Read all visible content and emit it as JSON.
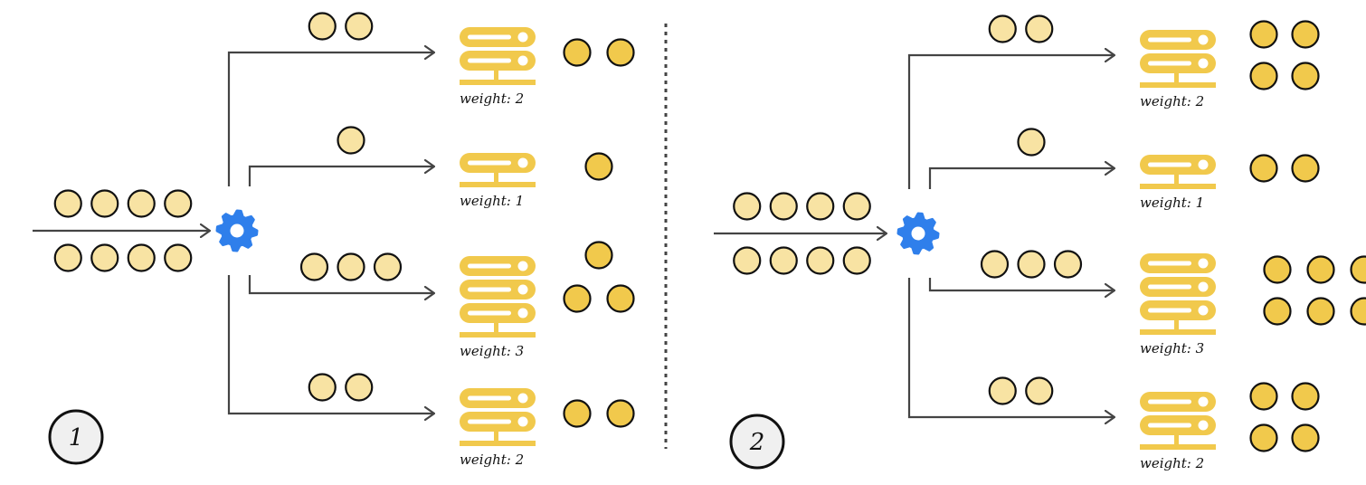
{
  "title": "Weighted round robin load balancing comparison",
  "colors": {
    "request_pending": "#F8E3A3",
    "request_served": "#F1C94C",
    "server": "#F1C94C",
    "balancer": "#2F7FEB",
    "line": "#444444",
    "divider": "#444444",
    "step_bg": "#F0F0F0"
  },
  "panels": [
    {
      "step_label": "1",
      "incoming_requests": {
        "rows": 2,
        "per_row": 4
      },
      "balancer_icon": "gear-icon",
      "routes": [
        {
          "requests_in_flight": 2,
          "server_weight_label": "weight: 2",
          "server_units": 2,
          "served": 2,
          "served_layout": [
            2
          ]
        },
        {
          "requests_in_flight": 1,
          "server_weight_label": "weight: 1",
          "server_units": 1,
          "served": 1,
          "served_layout": [
            1
          ]
        },
        {
          "requests_in_flight": 3,
          "server_weight_label": "weight: 3",
          "server_units": 3,
          "served": 3,
          "served_layout": [
            1,
            2
          ]
        },
        {
          "requests_in_flight": 2,
          "server_weight_label": "weight: 2",
          "server_units": 2,
          "served": 2,
          "served_layout": [
            2
          ]
        }
      ]
    },
    {
      "step_label": "2",
      "incoming_requests": {
        "rows": 2,
        "per_row": 4
      },
      "balancer_icon": "gear-icon",
      "routes": [
        {
          "requests_in_flight": 2,
          "server_weight_label": "weight: 2",
          "server_units": 2,
          "served": 4,
          "served_layout": [
            2,
            2
          ]
        },
        {
          "requests_in_flight": 1,
          "server_weight_label": "weight: 1",
          "server_units": 1,
          "served": 2,
          "served_layout": [
            2
          ]
        },
        {
          "requests_in_flight": 3,
          "server_weight_label": "weight: 3",
          "server_units": 3,
          "served": 6,
          "served_layout": [
            3,
            3
          ]
        },
        {
          "requests_in_flight": 2,
          "server_weight_label": "weight: 2",
          "server_units": 2,
          "served": 4,
          "served_layout": [
            2,
            2
          ]
        }
      ]
    }
  ]
}
